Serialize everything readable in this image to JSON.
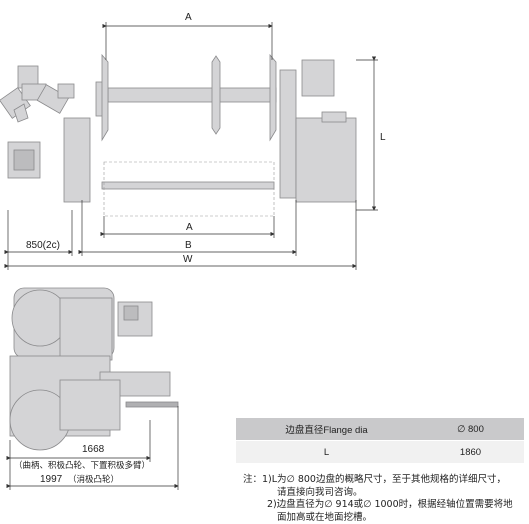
{
  "dimensions": {
    "top_a": "A",
    "l_label": "L",
    "a_label": "A",
    "b_label": "B",
    "w_label": "W",
    "left_offset": "850(2c)",
    "dim_1668": "1668",
    "dim_1668_note": "（曲柄、积极凸轮、下置积极多臂）",
    "dim_1997": "1997",
    "dim_1997_note": "（消极凸轮）"
  },
  "spec_table": {
    "header": {
      "label": "边盘直径Flange dia",
      "value": "∅ 800"
    },
    "rows": [
      {
        "label": "L",
        "value": "1860"
      }
    ]
  },
  "notes": {
    "line1": "注：1)L为∅ 800边盘的概略尺寸，至于其他规格的详细尺寸，",
    "line2": "请直接向我司咨询。",
    "line3": "2)边盘直径为∅ 914或∅ 1000时，根据经轴位置需要将地",
    "line4": "面加高或在地面挖槽。"
  },
  "colors": {
    "part_fill": "#d4d4d6",
    "part_stroke": "#8a8a8c",
    "line": "#333333"
  }
}
